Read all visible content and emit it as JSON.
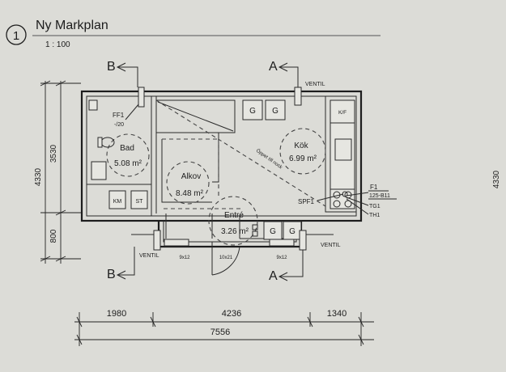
{
  "sheet": {
    "number": "1",
    "title": "Ny Markplan",
    "scale": "1 : 100"
  },
  "section_markers": {
    "a": "A",
    "b": "B"
  },
  "labels": {
    "ventil": "VENTIL",
    "ff1_line1": "FF1",
    "ff1_line2": "-/20",
    "f1": "F1",
    "f1_spec": "125-B11",
    "tg1": "TG1",
    "th1": "TH1",
    "spf1": "SPF1",
    "kf": "K/F",
    "g": "G",
    "km": "KM",
    "st": "ST",
    "ceiling_note": "Öppet till nock",
    "door_left": "9x12",
    "door_main": "10x21",
    "door_right": "9x12"
  },
  "rooms": [
    {
      "name": "Bad",
      "area": "5.08 m²"
    },
    {
      "name": "Kök",
      "area": "6.99 m²"
    },
    {
      "name": "Alkov",
      "area": "8.48 m²"
    },
    {
      "name": "Entré",
      "area": "3.26 m²"
    }
  ],
  "dimensions": {
    "left_total": "4330",
    "left_upper": "3530",
    "left_lower": "800",
    "right_total": "4330",
    "bottom_segments": [
      "1980",
      "4236",
      "1340"
    ],
    "bottom_total": "7556"
  }
}
